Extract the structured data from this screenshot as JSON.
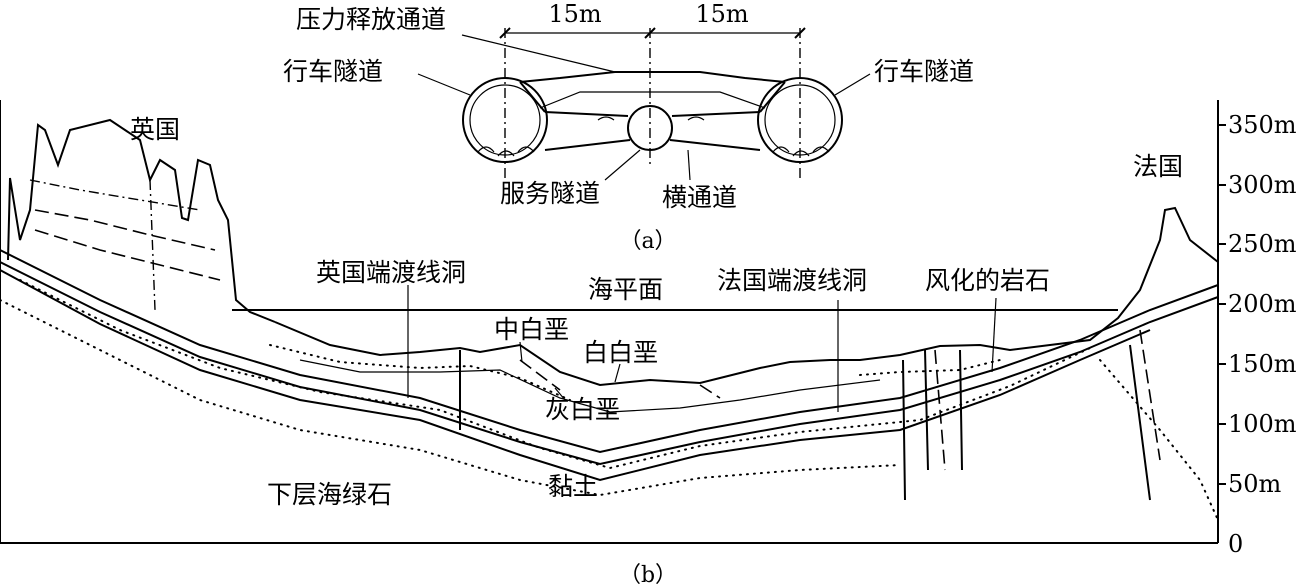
{
  "section_a": {
    "label": "（a）",
    "dim_left": "15m",
    "dim_right": "15m",
    "pressure_relief": "压力释放通道",
    "running_tunnel_left": "行车隧道",
    "running_tunnel_right": "行车隧道",
    "service_tunnel": "服务隧道",
    "cross_passage": "横通道"
  },
  "section_b": {
    "label": "（b）",
    "england": "英国",
    "france": "法国",
    "uk_crossover": "英国端渡线洞",
    "sea_level": "海平面",
    "fr_crossover": "法国端渡线洞",
    "weathered_rock": "风化的岩石",
    "middle_chalk": "中白垩",
    "white_chalk": "白白垩",
    "grey_chalk": "灰白垩",
    "lower_greensand": "下层海绿石",
    "clay": "黏土",
    "axis_ticks": [
      "350m",
      "300m",
      "250m",
      "200m",
      "150m",
      "100m",
      "50m",
      "0"
    ]
  }
}
